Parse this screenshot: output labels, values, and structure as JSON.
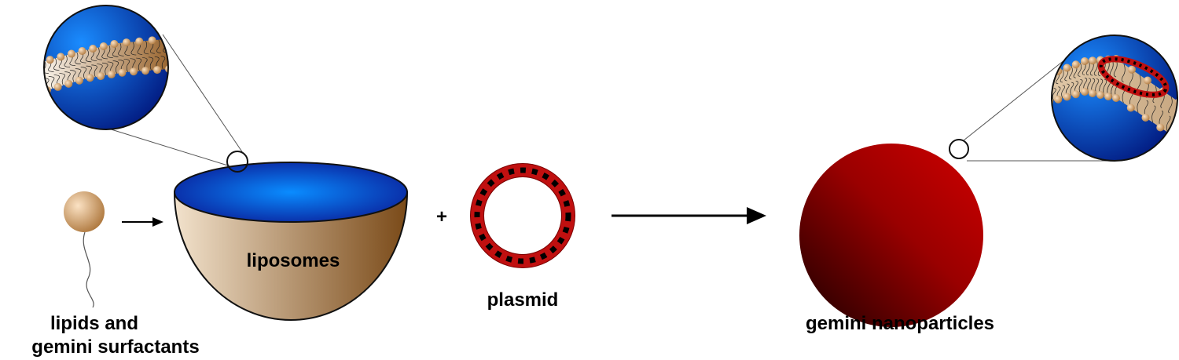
{
  "labels": {
    "lipids_line1": "lipids and",
    "lipids_line2": "gemini surfactants",
    "liposomes": "liposomes",
    "plus": "+",
    "plasmid": "plasmid",
    "nanoparticles": "gemini nanoparticles"
  },
  "colors": {
    "membrane_blue": "#0a5ad8",
    "membrane_dark_blue": "#031a7a",
    "lipid_tan": "#e8b88a",
    "bowl_brown": "#8a5420",
    "plasmid_red": "#c01010",
    "nanoparticle_red": "#b00000"
  }
}
